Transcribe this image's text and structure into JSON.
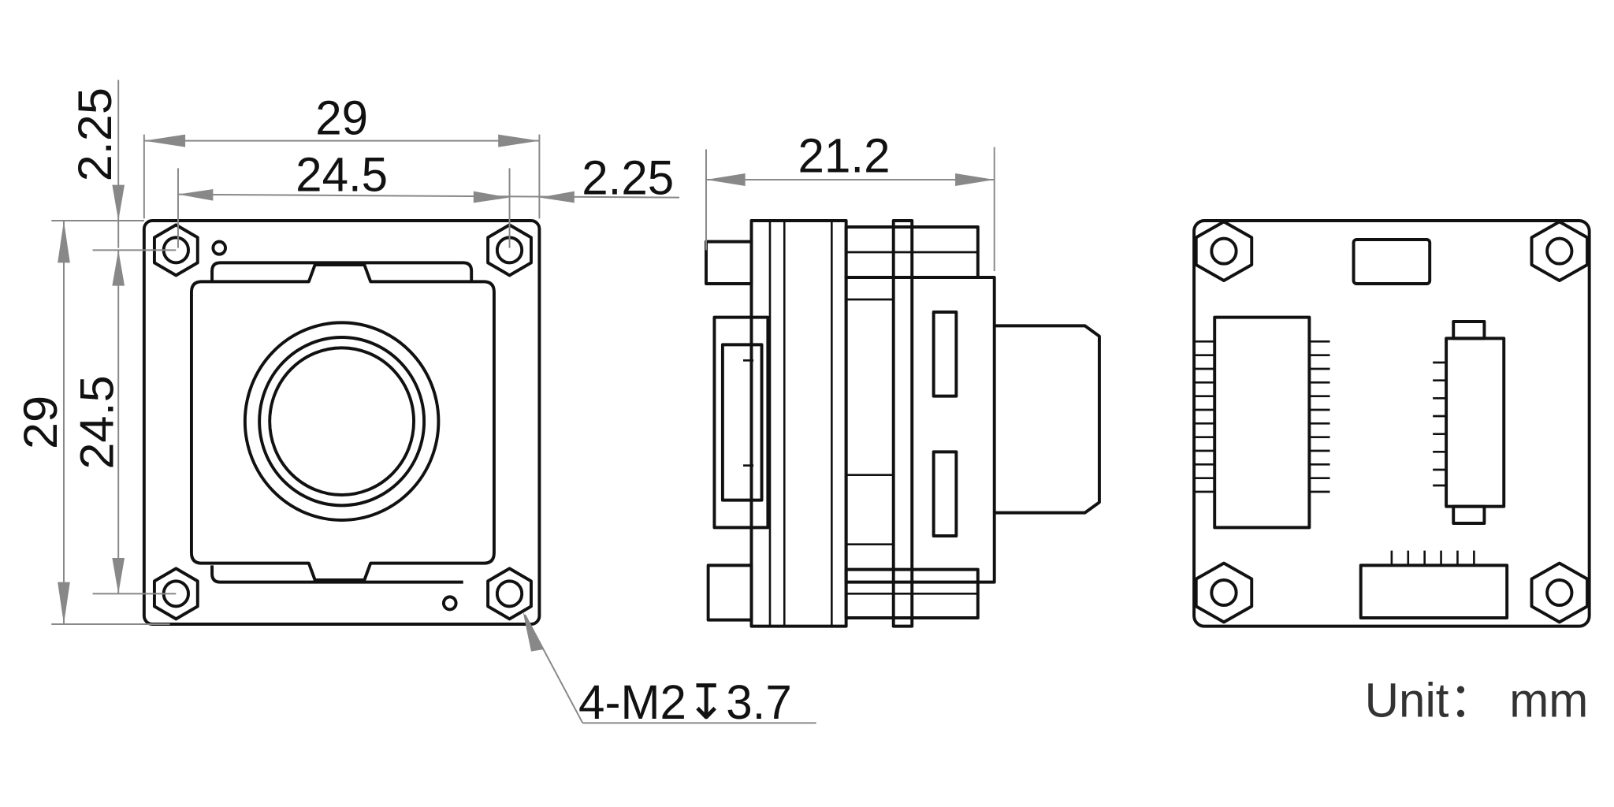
{
  "dimensions": {
    "front_width_outer": "29",
    "front_width_holes": "24.5",
    "front_top_offset": "2.25",
    "front_right_offset": "2.25",
    "front_height_outer": "29",
    "front_height_holes": "24.5",
    "side_depth": "21.2"
  },
  "callout": {
    "mount_holes": "4-M2↧3.7"
  },
  "unit_label": "Unit： mm",
  "colors": {
    "line": "#111111",
    "dimension": "#888888"
  }
}
